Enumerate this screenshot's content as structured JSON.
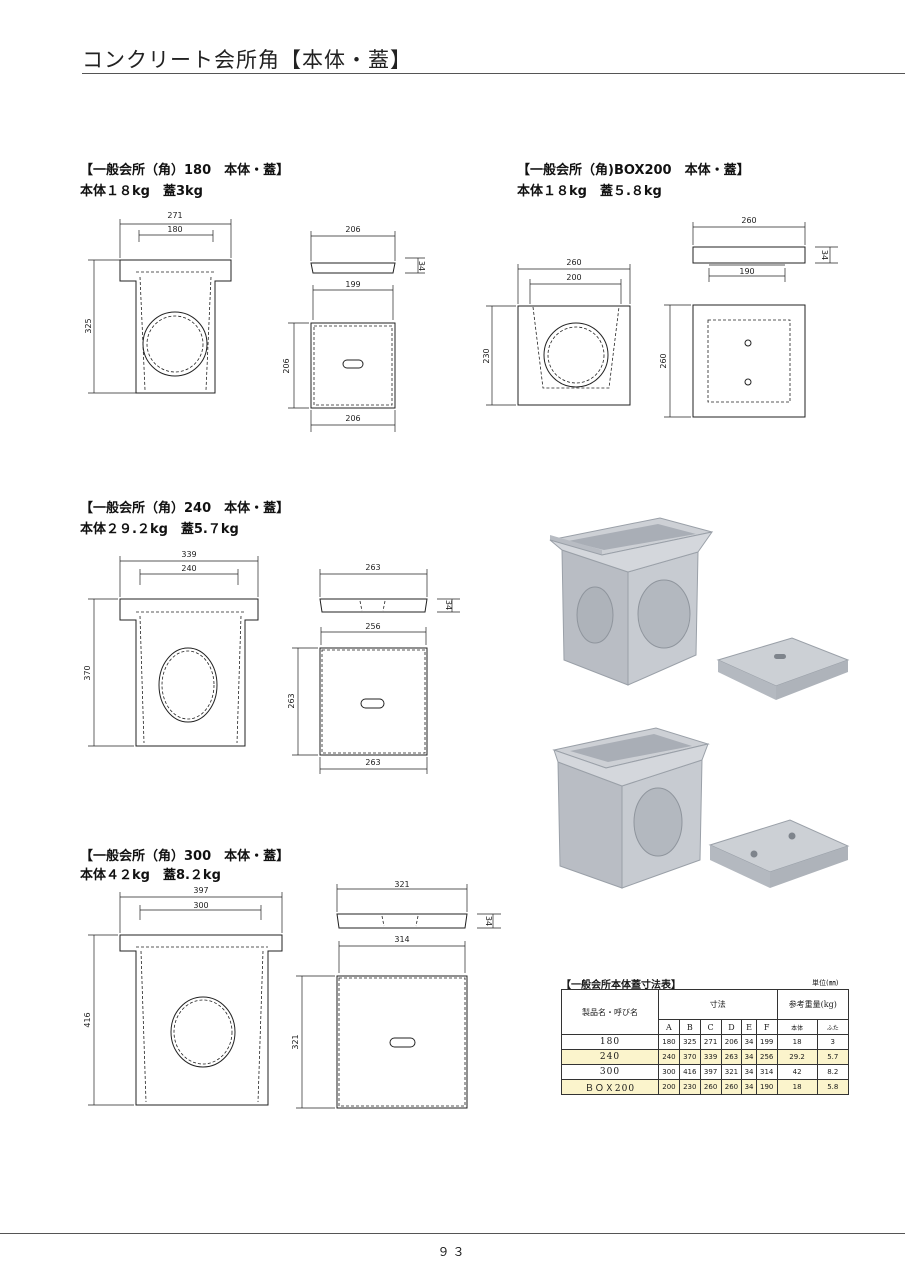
{
  "page": {
    "title": "コンクリート会所角【本体・蓋】",
    "page_number": "９３"
  },
  "sections": [
    {
      "heading": "【一般会所（角）180　本体・蓋】",
      "sub": "本体１８kg　蓋3kg",
      "dims": {
        "w_outer": "271",
        "w_inner": "180",
        "h": "325",
        "lid_w": "206",
        "lid_t": "34",
        "lid_in": "199",
        "lid_side": "206",
        "lid_bottom": "206"
      }
    },
    {
      "heading": "【一般会所（角)BOX200　本体・蓋】",
      "sub": "本体１８kg　蓋５.８kg",
      "dims": {
        "w_outer": "260",
        "w_inner": "200",
        "h": "230",
        "lid_w": "260",
        "lid_t": "34",
        "lid_in": "190",
        "lid_side": "260"
      }
    },
    {
      "heading": "【一般会所（角）240　本体・蓋】",
      "sub": "本体２９.２kg　蓋5.７kg",
      "dims": {
        "w_outer": "339",
        "w_inner": "240",
        "h": "370",
        "lid_w": "263",
        "lid_t": "34",
        "lid_in": "256",
        "lid_side": "263",
        "lid_bottom": "263"
      }
    },
    {
      "heading": "【一般会所（角）300　本体・蓋】",
      "sub": "本体４２kg　蓋8.２kg",
      "dims": {
        "w_outer": "397",
        "w_inner": "300",
        "h": "416",
        "lid_w": "321",
        "lid_t": "34",
        "lid_in": "314",
        "lid_side": "321"
      }
    }
  ],
  "spec": {
    "heading": "【一般会所本体蓋寸法表】",
    "unit": "単位(㎜)",
    "name_header": "製品名・呼び名",
    "dims_header": "寸法",
    "weight_header": "参考重量(kg)",
    "cols": [
      "A",
      "B",
      "C",
      "D",
      "E",
      "F"
    ],
    "weight_cols": [
      "本体",
      "ふた"
    ],
    "rows": [
      {
        "name": "180",
        "vals": [
          "180",
          "325",
          "271",
          "206",
          "34",
          "199",
          "18",
          "3"
        ]
      },
      {
        "name": "240",
        "vals": [
          "240",
          "370",
          "339",
          "263",
          "34",
          "256",
          "29.2",
          "5.7"
        ]
      },
      {
        "name": "300",
        "vals": [
          "300",
          "416",
          "397",
          "321",
          "34",
          "314",
          "42",
          "8.2"
        ]
      },
      {
        "name": "ＢＯＸ200",
        "vals": [
          "200",
          "230",
          "260",
          "260",
          "34",
          "190",
          "18",
          "5.8"
        ]
      }
    ]
  }
}
